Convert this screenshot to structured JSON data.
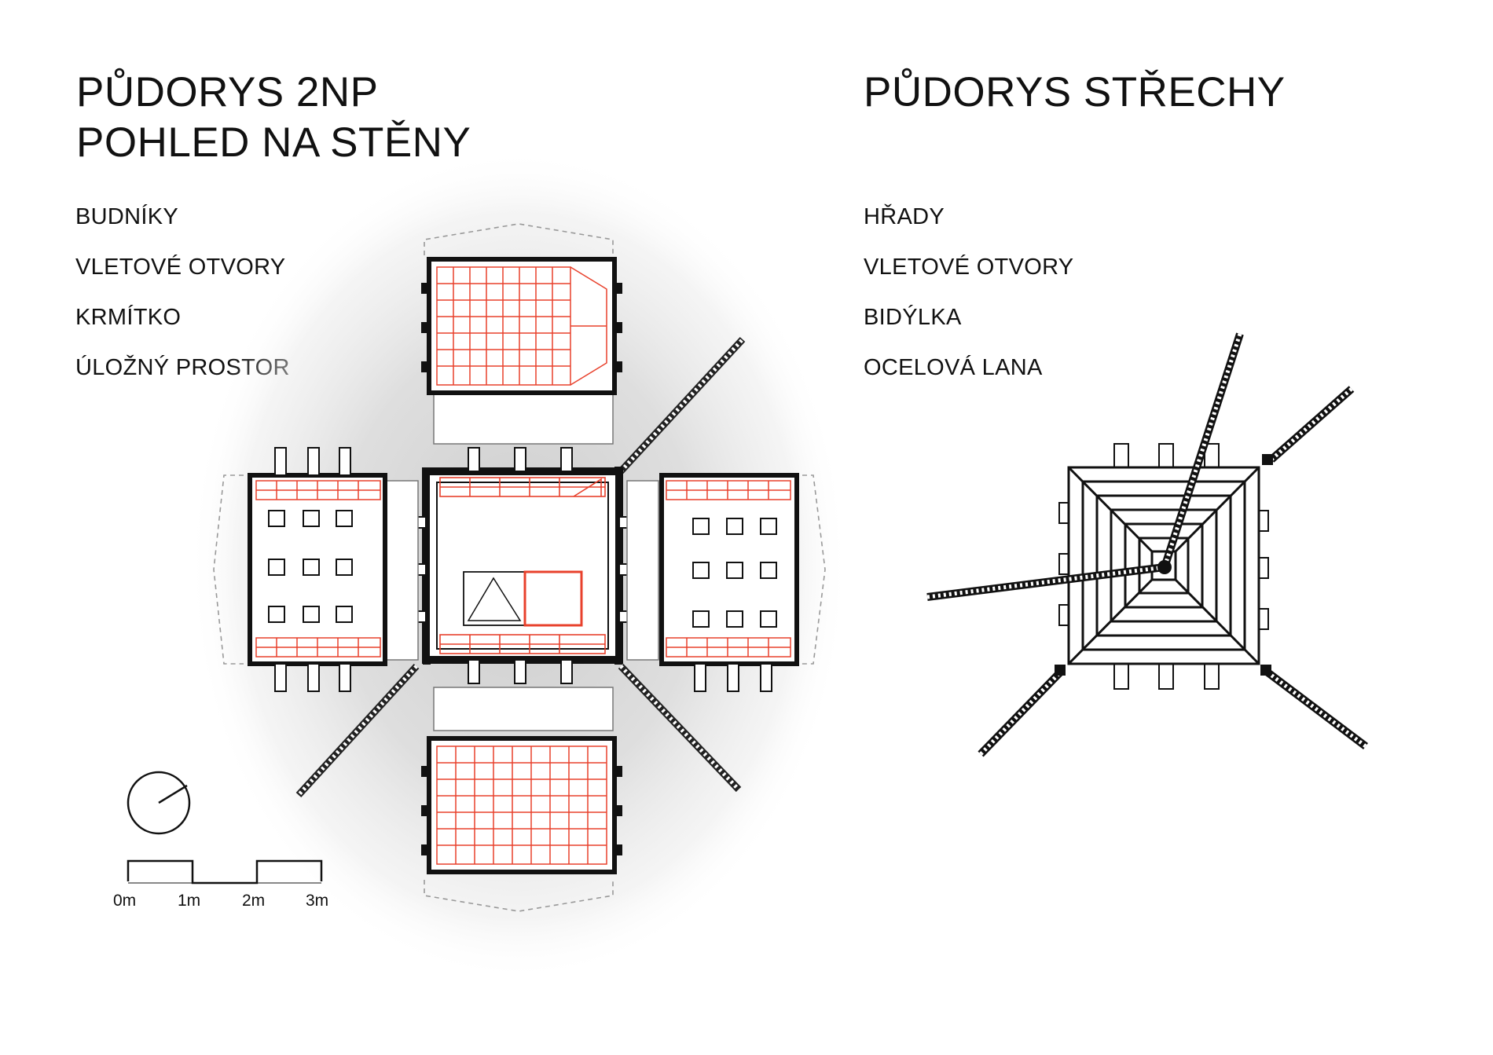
{
  "left_panel": {
    "title_lines": [
      "PŮDORYS 2NP",
      "POHLED NA STĚNY"
    ],
    "legend": [
      "BUDNÍKY",
      "VLETOVÉ OTVORY",
      "KRMÍTKO",
      "ÚLOŽNÝ PROSTOR"
    ]
  },
  "right_panel": {
    "title_lines": [
      "PŮDORYS STŘECHY"
    ],
    "legend": [
      "HŘADY",
      "VLETOVÉ OTVORY",
      "BIDÝLKA",
      "OCELOVÁ LANA"
    ]
  },
  "scale_bar": {
    "labels": [
      "0m",
      "1m",
      "2m",
      "3m"
    ]
  },
  "icons": {
    "north_arrow": "north-arrow-icon"
  },
  "colors": {
    "ink": "#111111",
    "accent_red": "#e8412c",
    "ground_gray": "#d9d9d9"
  }
}
